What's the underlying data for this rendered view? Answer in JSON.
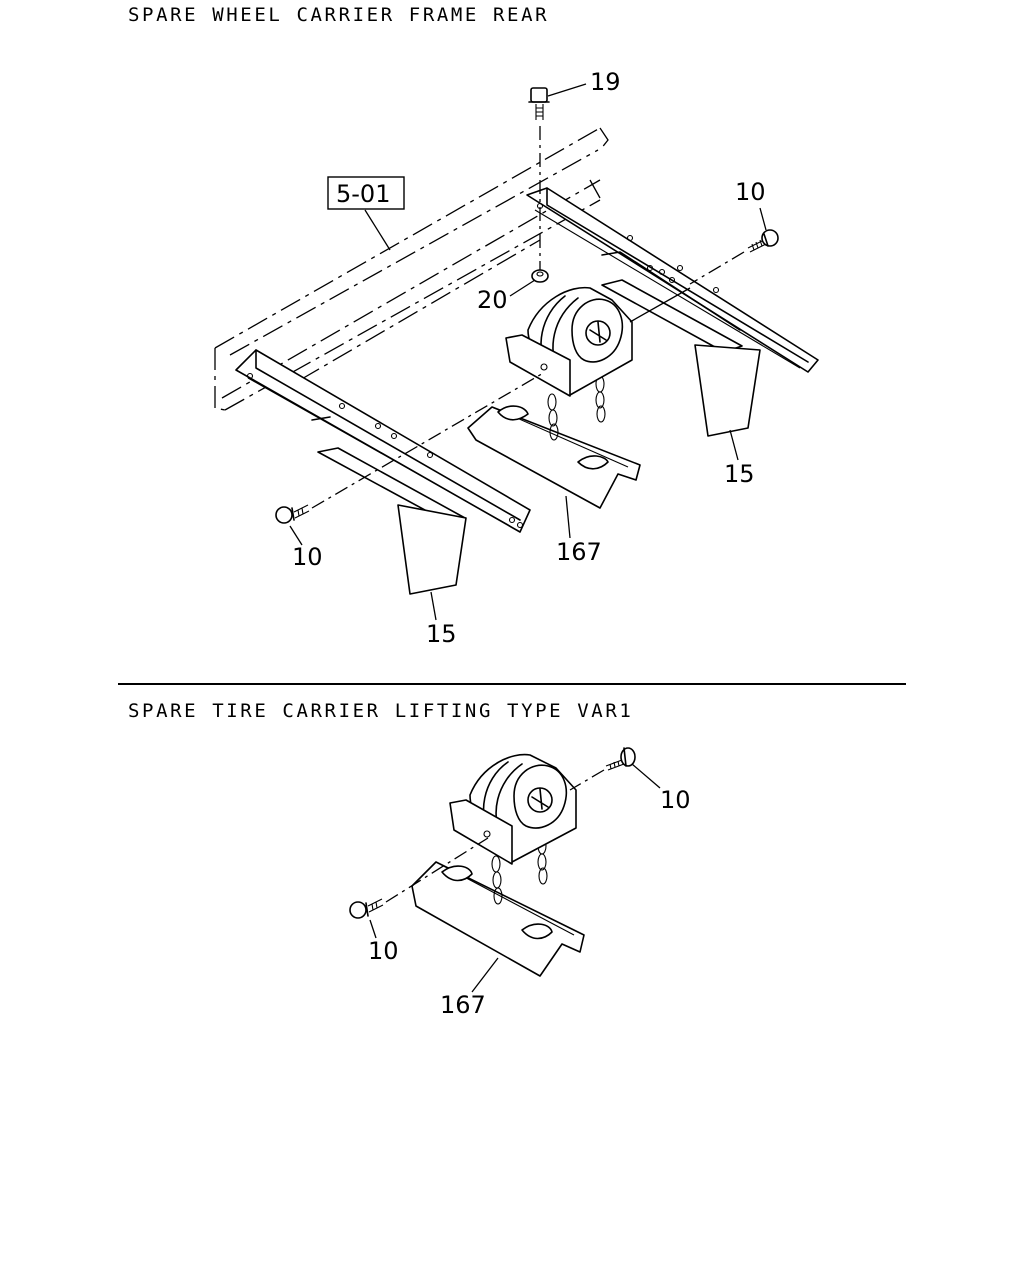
{
  "sections": [
    {
      "title": "SPARE WHEEL CARRIER FRAME REAR",
      "callouts": {
        "ref_box": "5-01",
        "bolt_top": "19",
        "nut": "20",
        "bolt_right": "10",
        "bolt_left": "10",
        "bracket_right": "15",
        "bracket_left": "15",
        "carrier": "167"
      }
    },
    {
      "title": "SPARE TIRE CARRIER LIFTING TYPE VAR1",
      "callouts": {
        "bolt_right": "10",
        "bolt_left": "10",
        "carrier": "167"
      }
    }
  ]
}
